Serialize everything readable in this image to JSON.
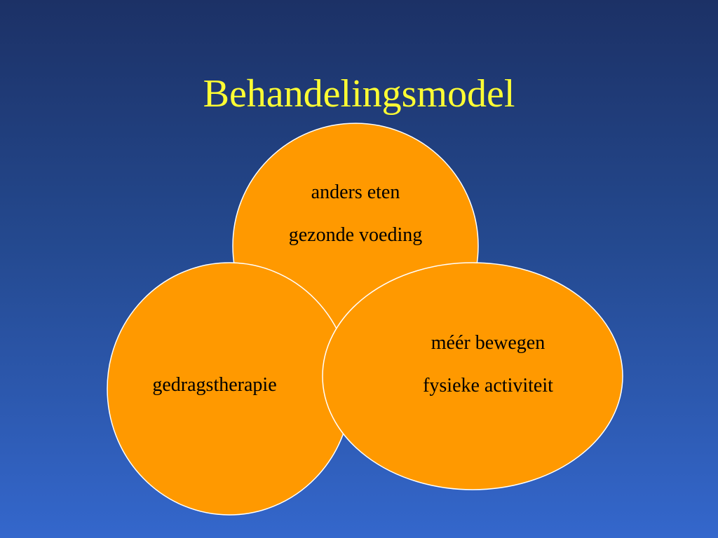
{
  "slide": {
    "title": "Behandelingsmodel"
  },
  "diagram": {
    "colors": {
      "circle_fill": "#ff9900",
      "circle_stroke": "#ffffff",
      "title_color": "#ffff33"
    },
    "circles": [
      {
        "label_lines": [
          "anders eten",
          "gezonde voeding"
        ]
      },
      {
        "label_lines": [
          "gedragstherapie"
        ]
      },
      {
        "label_lines": [
          "méér bewegen",
          "fysieke activiteit"
        ]
      }
    ]
  }
}
